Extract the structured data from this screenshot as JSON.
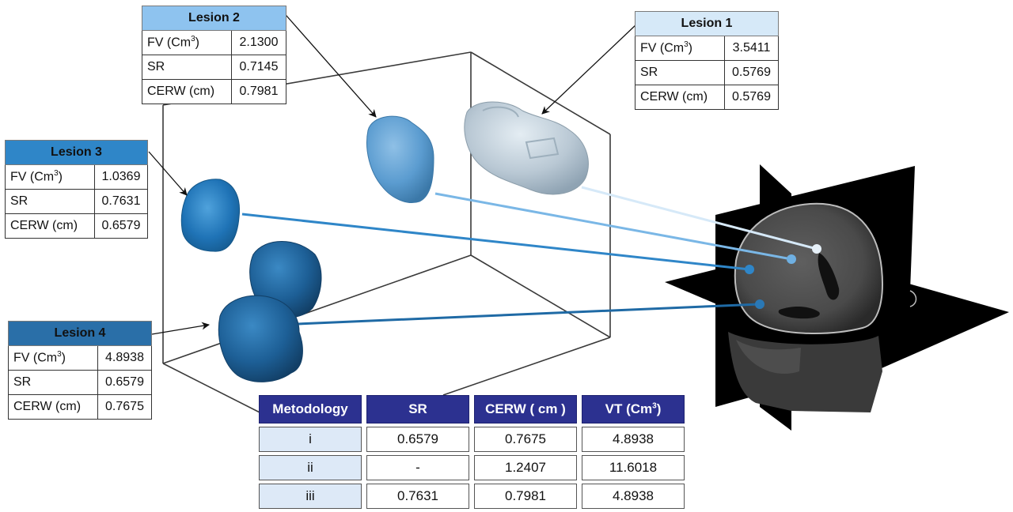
{
  "lesions": [
    {
      "id": "lesion-1",
      "title": "Lesion 1",
      "fv_label": "FV (Cm",
      "fv_sup": "3",
      "fv_close": ")",
      "fv": "3.5411",
      "sr_label": "SR",
      "sr": "0.5769",
      "cerw_label": "CERW (cm)",
      "cerw": "0.5769",
      "color": "#d6e9f8"
    },
    {
      "id": "lesion-2",
      "title": "Lesion 2",
      "fv_label": "FV (Cm",
      "fv_sup": "3",
      "fv_close": ")",
      "fv": "2.1300",
      "sr_label": "SR",
      "sr": "0.7145",
      "cerw_label": "CERW (cm)",
      "cerw": "0.7981",
      "color": "#8ec3ef"
    },
    {
      "id": "lesion-3",
      "title": "Lesion 3",
      "fv_label": "FV (Cm",
      "fv_sup": "3",
      "fv_close": ")",
      "fv": "1.0369",
      "sr_label": "SR",
      "sr": "0.7631",
      "cerw_label": "CERW (cm)",
      "cerw": "0.6579",
      "color": "#2f86c8"
    },
    {
      "id": "lesion-4",
      "title": "Lesion 4",
      "fv_label": "FV (Cm",
      "fv_sup": "3",
      "fv_close": ")",
      "fv": "4.8938",
      "sr_label": "SR",
      "sr": "0.6579",
      "cerw_label": "CERW (cm)",
      "cerw": "0.7675",
      "color": "#2a6fa8"
    }
  ],
  "methodology_table": {
    "headers": [
      "Metodology",
      "SR",
      "CERW ( cm )",
      "VT (Cm"
    ],
    "vt_sup": "3",
    "vt_close": ")",
    "rows": [
      [
        "i",
        "0.6579",
        "0.7675",
        "4.8938"
      ],
      [
        "ii",
        "-",
        "1.2407",
        "11.6018"
      ],
      [
        "iii",
        "0.7631",
        "0.7981",
        "4.8938"
      ]
    ],
    "header_color": "#2c3190",
    "rowhead_color": "#dde9f7"
  },
  "colors": {
    "box_lines": "#3a3a3a",
    "lesion_1_shape": "#b9c8d4",
    "lesion_2_shape": "#5b9cd0",
    "lesion_3_shape": "#1f73b6",
    "lesion_4_shape": "#1d5f96",
    "mri_background": "#000000"
  }
}
